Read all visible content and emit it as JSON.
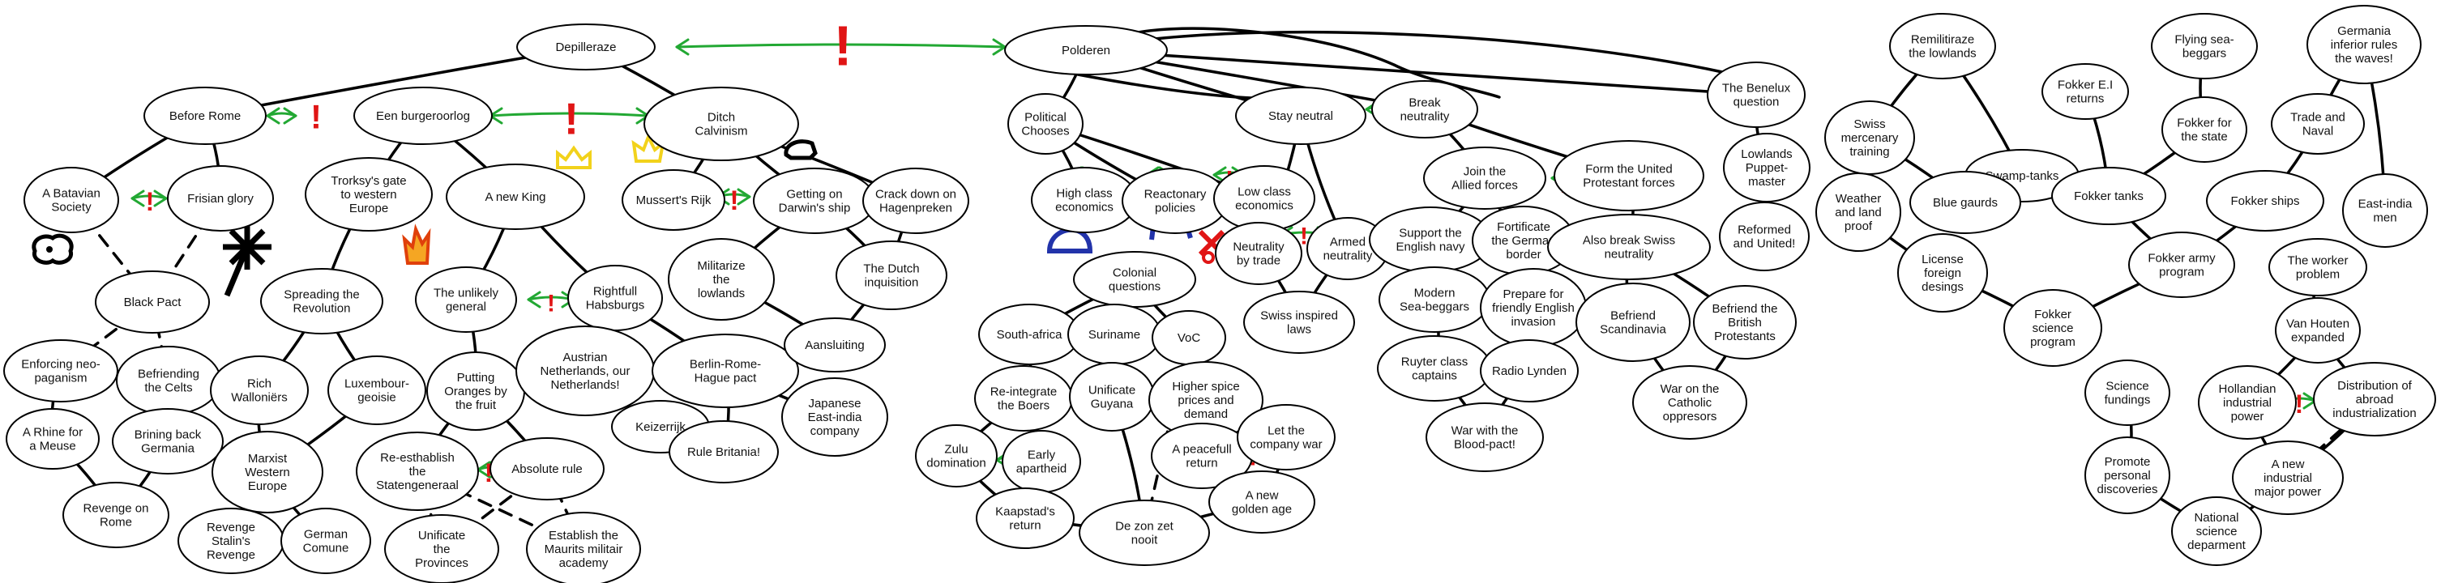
{
  "diagram": {
    "nodes": {
      "depilleraze": [
        "Depilleraze"
      ],
      "before_rome": [
        "Before Rome"
      ],
      "burgeroorlog": [
        "Een burgeroorlog"
      ],
      "ditch_calvinism": [
        "Ditch",
        "Calvinism"
      ],
      "batavian": [
        "A Batavian",
        "Society"
      ],
      "frisian": [
        "Frisian glory"
      ],
      "black_pact": [
        "Black Pact"
      ],
      "enforcing": [
        "Enforcing neo-",
        "paganism"
      ],
      "befriending_celts": [
        "Befriending",
        "the Celts"
      ],
      "rhine": [
        "A Rhine for",
        "a Meuse"
      ],
      "germania": [
        "Brining back",
        "Germania"
      ],
      "revenge_rome": [
        "Revenge on",
        "Rome"
      ],
      "trotsky": [
        "Trorksy's gate",
        "to western",
        "Europe"
      ],
      "spreading": [
        "Spreading the",
        "Revolution"
      ],
      "walloons": [
        "Rich",
        "Walloniërs"
      ],
      "luxembourg": [
        "Luxembour-",
        "geoisie"
      ],
      "marxist": [
        "Marxist",
        "Western",
        "Europe"
      ],
      "stalin": [
        "Revenge",
        "Stalin's",
        "Revenge"
      ],
      "german_comune": [
        "German",
        "Comune"
      ],
      "new_king": [
        "A new King"
      ],
      "unlikely": [
        "The unlikely",
        "general"
      ],
      "oranges": [
        "Putting",
        "Oranges by",
        "the fruit"
      ],
      "staten": [
        "Re-esthablish",
        "the",
        "Statengeneraal"
      ],
      "absolute": [
        "Absolute rule"
      ],
      "provinces": [
        "Unificate",
        "the",
        "Provinces"
      ],
      "maurits": [
        "Establish the",
        "Maurits militair",
        "academy"
      ],
      "habsburgs": [
        "Rightfull",
        "Habsburgs"
      ],
      "austrian": [
        "Austrian",
        "Netherlands, our",
        "Netherlands!"
      ],
      "keizerrijk": [
        "Keizerrijk"
      ],
      "brh": [
        "Berlin-Rome-",
        "Hague pact"
      ],
      "britania": [
        "Rule Britania!"
      ],
      "jeic": [
        "Japanese",
        "East-india",
        "company"
      ],
      "mussert": [
        "Mussert's Rijk"
      ],
      "darwin": [
        "Getting on",
        "Darwin's ship"
      ],
      "hagenpreken": [
        "Crack down on",
        "Hagenpreken"
      ],
      "militarize": [
        "Militarize",
        "the",
        "lowlands"
      ],
      "inquisition": [
        "The Dutch",
        "inquisition"
      ],
      "aansluiting": [
        "Aansluiting"
      ],
      "polderen": [
        "Polderen"
      ],
      "political": [
        "Political",
        "Chooses"
      ],
      "high_class": [
        "High class",
        "economics"
      ],
      "reactionary": [
        "Reactonary",
        "policies"
      ],
      "low_class": [
        "Low class",
        "economics"
      ],
      "colonial": [
        "Colonial",
        "questions"
      ],
      "south_africa": [
        "South-africa"
      ],
      "suriname": [
        "Suriname"
      ],
      "voc": [
        "VoC"
      ],
      "boers": [
        "Re-integrate",
        "the Boers"
      ],
      "guyana": [
        "Unificate",
        "Guyana"
      ],
      "spice": [
        "Higher spice",
        "prices and",
        "demand"
      ],
      "zulu": [
        "Zulu",
        "domination"
      ],
      "apartheid": [
        "Early",
        "apartheid"
      ],
      "kaapstad": [
        "Kaapstad's",
        "return"
      ],
      "zon": [
        "De zon zet",
        "nooit"
      ],
      "peaceful": [
        "A peacefull",
        "return"
      ],
      "company_war": [
        "Let the",
        "company war"
      ],
      "golden_age": [
        "A new",
        "golden age"
      ],
      "stay_neutral": [
        "Stay neutral"
      ],
      "neutrality_trade": [
        "Neutrality",
        "by trade"
      ],
      "armed_neutrality": [
        "Armed",
        "neutrality"
      ],
      "swiss_laws": [
        "Swiss inspired",
        "laws"
      ],
      "break_neutrality": [
        "Break",
        "neutrality"
      ],
      "join_allied": [
        "Join the",
        "Allied forces"
      ],
      "protestant": [
        "Form the United",
        "Protestant forces"
      ],
      "english_navy": [
        "Support the",
        "English navy"
      ],
      "fortificate": [
        "Fortificate",
        "the German",
        "border"
      ],
      "sea_beggars": [
        "Modern",
        "Sea-beggars"
      ],
      "english_invasion": [
        "Prepare for",
        "friendly English",
        "invasion"
      ],
      "ruyter": [
        "Ruyter class",
        "captains"
      ],
      "radio": [
        "Radio Lynden"
      ],
      "blood_pact": [
        "War with the",
        "Blood-pact!"
      ],
      "swiss_break": [
        "Also break Swiss",
        "neutrality"
      ],
      "scandinavia": [
        "Befriend",
        "Scandinavia"
      ],
      "british_protestants": [
        "Befriend the",
        "British",
        "Protestants"
      ],
      "catholic": [
        "War on the",
        "Catholic",
        "oppresors"
      ],
      "benelux": [
        "The Benelux",
        "question"
      ],
      "puppet": [
        "Lowlands",
        "Puppet-",
        "master"
      ],
      "reformed": [
        "Reformed",
        "and United!"
      ],
      "remilitirize": [
        "Remilitiraze",
        "the lowlands"
      ],
      "swiss_merc": [
        "Swiss",
        "mercenary",
        "training"
      ],
      "swamp_tanks": [
        "Swamp-tanks"
      ],
      "weather": [
        "Weather",
        "and land",
        "proof"
      ],
      "blue_gaurds": [
        "Blue gaurds"
      ],
      "license": [
        "License",
        "foreign",
        "desings"
      ],
      "fokker_returns": [
        "Fokker E.I",
        "returns"
      ],
      "flying_beggars": [
        "Flying sea-",
        "beggars"
      ],
      "fokker_state": [
        "Fokker for",
        "the state"
      ],
      "fokker_tanks": [
        "Fokker tanks"
      ],
      "fokker_ships": [
        "Fokker ships"
      ],
      "fokker_army": [
        "Fokker army",
        "program"
      ],
      "fokker_science": [
        "Fokker",
        "science",
        "program"
      ],
      "germania_waves": [
        "Germania",
        "inferior rules",
        "the waves!"
      ],
      "trade_naval": [
        "Trade and",
        "Naval"
      ],
      "east_india_men": [
        "East-india",
        "men"
      ],
      "worker_problem": [
        "The worker",
        "problem"
      ],
      "van_houten": [
        "Van Houten",
        "expanded"
      ],
      "hollandian": [
        "Hollandian",
        "industrial",
        "power"
      ],
      "distribution": [
        "Distribution of",
        "abroad",
        "industrialization"
      ],
      "science_fundings": [
        "Science",
        "fundings"
      ],
      "promote": [
        "Promote",
        "personal",
        "discoveries"
      ],
      "major_power": [
        "A new",
        "industrial",
        "major power"
      ],
      "national_science": [
        "National",
        "science",
        "deparment"
      ]
    },
    "exclusive_mark": "!",
    "doodle_icons": [
      "sheep-icon",
      "palm-tree-icon",
      "flame-icon",
      "crown-icon",
      "crown-icon",
      "tank-icon",
      "ship-icon",
      "cannon-icon",
      "cross-icon"
    ]
  }
}
